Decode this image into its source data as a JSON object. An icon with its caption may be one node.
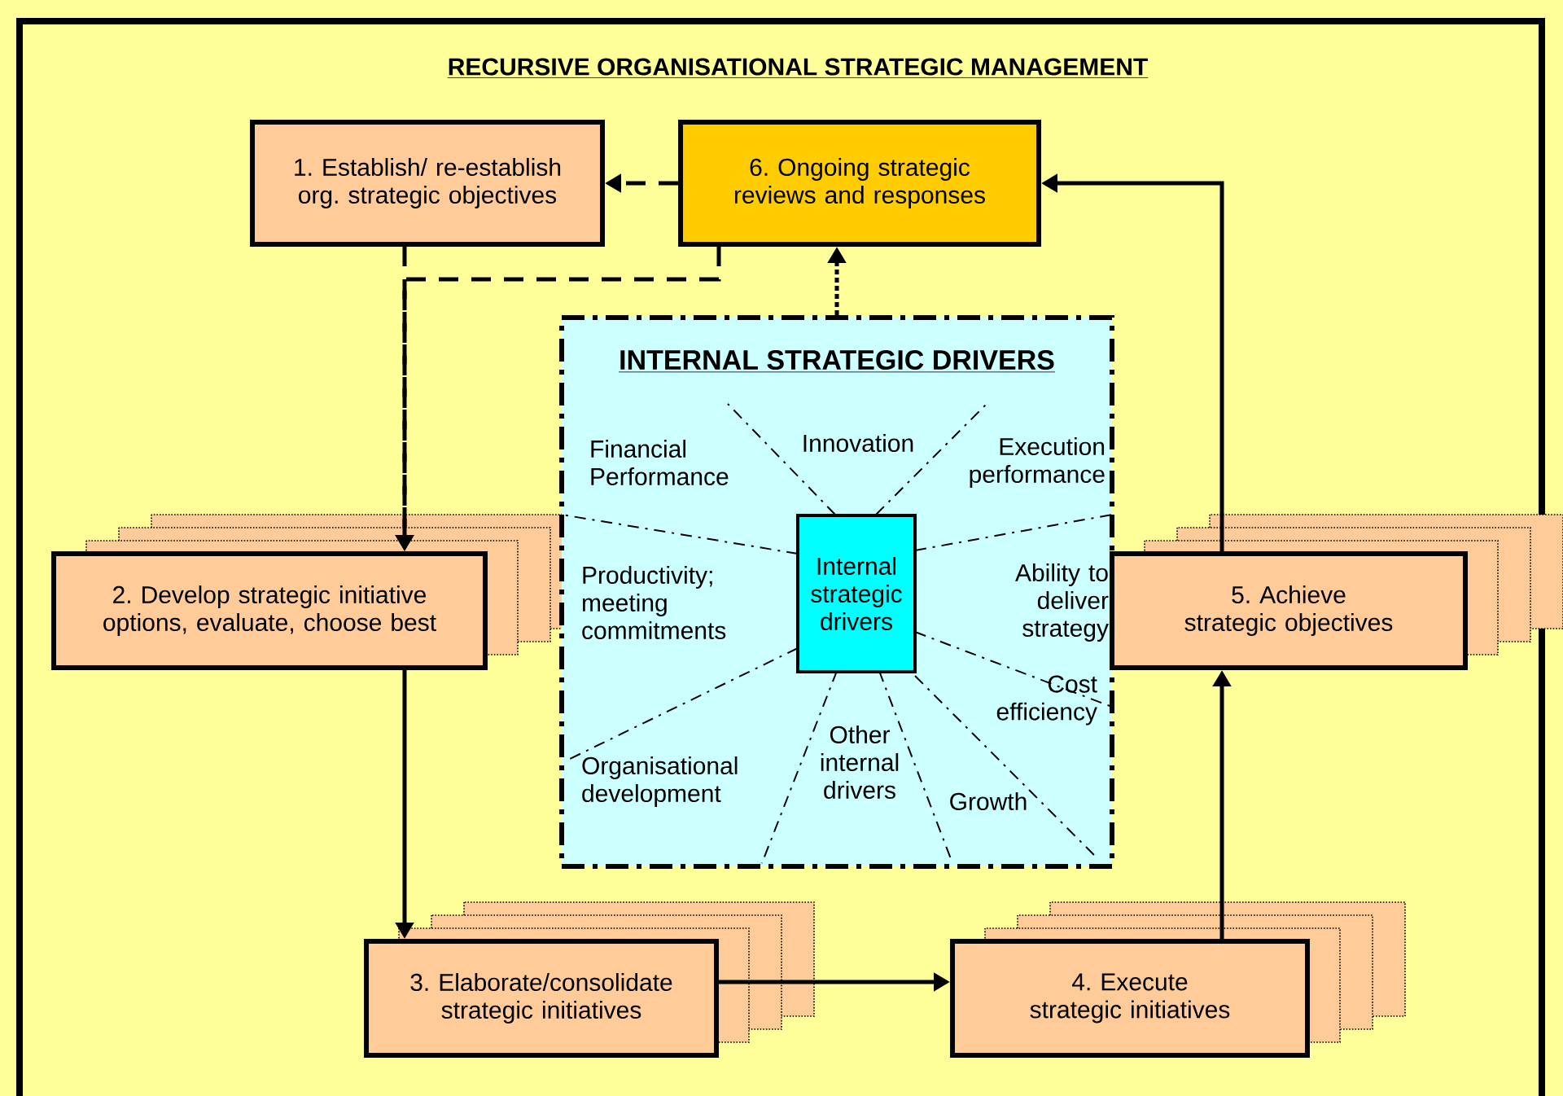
{
  "diagram": {
    "title": "RECURSIVE ORGANISATIONAL STRATEGIC MANAGEMENT",
    "nodes": [
      {
        "text": [
          "1. Establish/ re-establish org. strategic objectives"
        ]
      },
      {
        "text": [
          "6. Ongoing strategic reviews and responses"
        ]
      },
      {
        "text": [
          "INTERNAL STRATEGIC DRIVERS"
        ]
      },
      {
        "text": [
          "Internal strategic drivers"
        ],
        "in": 2
      },
      {
        "text": [
          "2. Develop strategic initiative options, evaluate, choose best"
        ]
      },
      {
        "text": [
          "3. Elaborate/consolidate strategic initiatives"
        ]
      },
      {
        "text": [
          "4. Execute strategic initiatives"
        ]
      },
      {
        "text": [
          "5. Achieve strategic objectives"
        ]
      }
    ],
    "edges": [
      {
        "from": 1,
        "to": 0,
        "arrow": "to",
        "style": "dashed"
      },
      {
        "from": 0,
        "to": 4,
        "arrow": "to",
        "style": "dashed"
      },
      {
        "from": 1,
        "to": 4,
        "arrow": "to",
        "style": "dashed"
      },
      {
        "from": 2,
        "to": 1,
        "arrow": "to",
        "style": "dashed"
      },
      {
        "from": 4,
        "to": 5,
        "arrow": "to"
      },
      {
        "from": 5,
        "to": 6,
        "arrow": "to"
      },
      {
        "from": 6,
        "to": 7,
        "arrow": "to"
      },
      {
        "from": 7,
        "to": 1,
        "arrow": "to"
      }
    ],
    "labels": [
      "Financial Performance",
      "Innovation",
      "Execution performance",
      "Productivity; meeting commitments",
      "Ability to deliver strategy",
      "Cost efficiency",
      "Organisational development",
      "Other internal drivers",
      "Growth"
    ]
  }
}
